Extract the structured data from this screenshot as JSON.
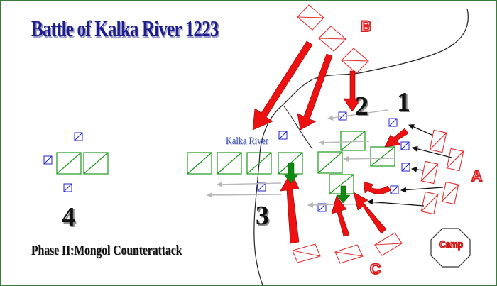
{
  "title": "Battle of Kalka River 1223",
  "subtitle": "Phase II:Mongol Counterattack",
  "river_label": "Kalka River",
  "phase_numbers": {
    "one": "1",
    "two": "2",
    "three": "3",
    "four": "4"
  },
  "army_labels": {
    "a": "A",
    "b": "B",
    "c": "C"
  },
  "camp_label": "Camp",
  "colors": {
    "background": "#ffffff",
    "frame": "#3a7a3a",
    "rus_units": "#1a9a1a",
    "mongol_units": "#e23030",
    "scouts": "#2020cc",
    "mongol_attack_arrow": "#ee1111",
    "rus_advance_arrow": "#118811",
    "retreat_arrow": "#b8b8b8",
    "mongol_move_arrow": "#111111",
    "title_text": "#1c1c8c",
    "river_line": "#222222"
  },
  "icons": [
    "rus-unit-icon",
    "mongol-unit-icon",
    "scout-unit-icon",
    "camp-octagon-icon",
    "attack-arrow-icon",
    "retreat-arrow-icon"
  ]
}
